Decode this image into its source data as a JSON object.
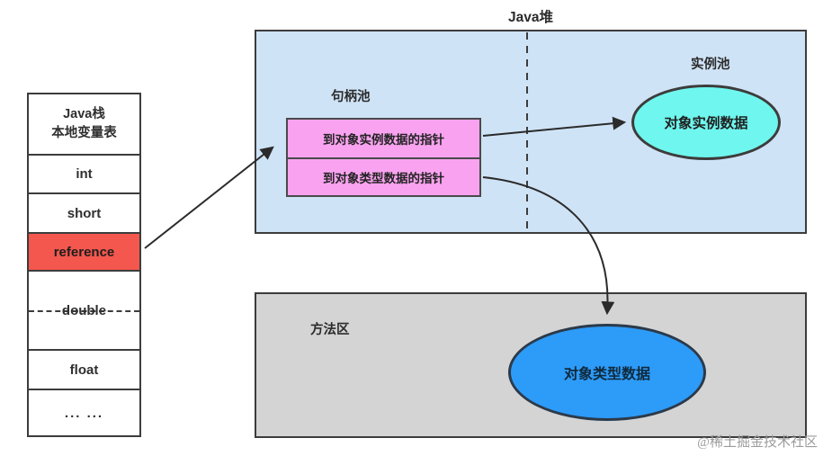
{
  "stack": {
    "header_line1": "Java栈",
    "header_line2": "本地变量表",
    "cells": [
      "int",
      "short",
      "reference",
      "double",
      "float",
      "... ..."
    ]
  },
  "heap": {
    "title": "Java堆",
    "handle_pool_label": "句柄池",
    "instance_pool_label": "实例池",
    "pointer_instance": "到对象实例数据的指针",
    "pointer_type": "到对象类型数据的指针",
    "instance_ellipse": "对象实例数据"
  },
  "method_area": {
    "label": "方法区",
    "type_ellipse": "对象类型数据"
  },
  "watermark": "@稀土掘金技术社区",
  "colors": {
    "reference_cell": "#f4574d",
    "handle_pool_box": "#f9a3f0",
    "instance_ellipse": "#6ff6ee",
    "type_ellipse": "#2d9bf8",
    "heap_box": "#cfe3f6",
    "method_box": "#d4d4d4",
    "line": "#2b2b2b"
  }
}
